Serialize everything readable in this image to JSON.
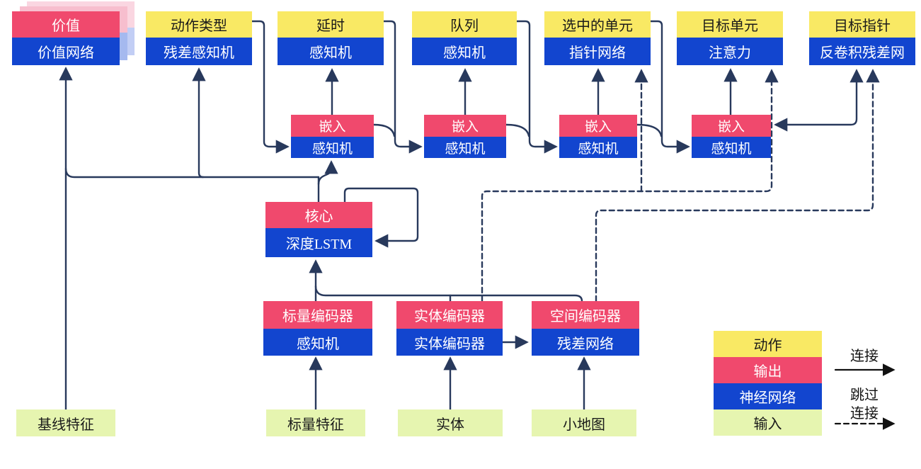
{
  "diagram": {
    "heads": [
      {
        "title": "价值",
        "network": "价值网络"
      },
      {
        "title": "动作类型",
        "network": "残差感知机"
      },
      {
        "title": "延时",
        "network": "感知机"
      },
      {
        "title": "队列",
        "network": "感知机"
      },
      {
        "title": "选中的单元",
        "network": "指针网络"
      },
      {
        "title": "目标单元",
        "network": "注意力"
      },
      {
        "title": "目标指针",
        "network": "反卷积残差网"
      }
    ],
    "embeds": [
      {
        "title": "嵌入",
        "network": "感知机"
      },
      {
        "title": "嵌入",
        "network": "感知机"
      },
      {
        "title": "嵌入",
        "network": "感知机"
      },
      {
        "title": "嵌入",
        "network": "感知机"
      }
    ],
    "core": {
      "title": "核心",
      "network": "深度LSTM"
    },
    "encoders": [
      {
        "title": "标量编码器",
        "network": "感知机"
      },
      {
        "title": "实体编码器",
        "network": "实体编码器"
      },
      {
        "title": "空间编码器",
        "network": "残差网络"
      }
    ],
    "inputs": [
      {
        "label": "基线特征"
      },
      {
        "label": "标量特征"
      },
      {
        "label": "实体"
      },
      {
        "label": "小地图"
      }
    ]
  },
  "legend": {
    "rows": [
      {
        "label": "动作",
        "color": "#F9E964"
      },
      {
        "label": "输出",
        "color": "#F0496D"
      },
      {
        "label": "神经网络",
        "color": "#1245CF"
      },
      {
        "label": "输入",
        "color": "#E6F5B0"
      }
    ],
    "solid_arrow_label": "连接",
    "dashed_arrow_label_line1": "跳过",
    "dashed_arrow_label_line2": "连接"
  },
  "colors": {
    "action_yellow": "#F9E964",
    "output_pink": "#F0496D",
    "network_blue": "#1245CF",
    "input_green": "#E6F5B0",
    "wire_navy": "#28395C",
    "legend_arrow_black": "#111111"
  }
}
